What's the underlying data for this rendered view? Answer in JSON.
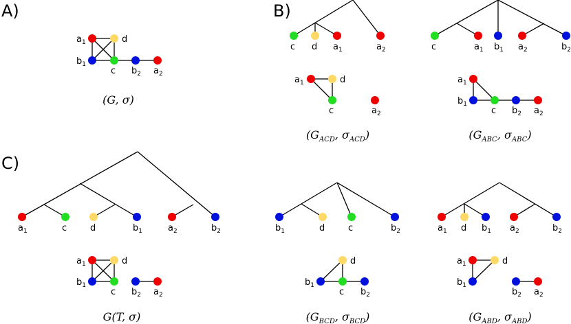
{
  "colors": {
    "red": "#ee0000",
    "yellow": "#ffd966",
    "green": "#22dd22",
    "blue": "#0011dd",
    "line": "#000000"
  },
  "panels": [
    {
      "id": "A",
      "label": "A)"
    },
    {
      "id": "B",
      "label": "B)"
    },
    {
      "id": "C",
      "label": "C)"
    }
  ],
  "node_labels": {
    "a1": {
      "main": "a",
      "sub": "1"
    },
    "a2": {
      "main": "a",
      "sub": "2"
    },
    "b1": {
      "main": "b",
      "sub": "1"
    },
    "b2": {
      "main": "b",
      "sub": "2"
    },
    "c": {
      "main": "c",
      "sub": ""
    },
    "d": {
      "main": "d",
      "sub": ""
    }
  },
  "captions": {
    "A": {
      "pre": "(G, σ)",
      "sub1": "",
      "mid": "",
      "sub2": "",
      "post": ""
    },
    "B1": {
      "pre": "(G",
      "sub1": "ACD",
      "mid": ", σ",
      "sub2": "ACD",
      "post": ")"
    },
    "B2": {
      "pre": "(G",
      "sub1": "ABC",
      "mid": ", σ",
      "sub2": "ABC",
      "post": ")"
    },
    "C1": {
      "pre": "G(T, σ)",
      "sub1": "",
      "mid": "",
      "sub2": "",
      "post": ""
    },
    "C2": {
      "pre": "(G",
      "sub1": "BCD",
      "mid": ", σ",
      "sub2": "BCD",
      "post": ")"
    },
    "C3": {
      "pre": "(G",
      "sub1": "ABD",
      "mid": ", σ",
      "sub2": "ABD",
      "post": ")"
    }
  },
  "trees": [
    {
      "id": "tree-acd",
      "leaves": [
        "c",
        "d",
        "a1",
        "a2"
      ],
      "structure": "((c,d,a1),a2)"
    },
    {
      "id": "tree-abc",
      "leaves": [
        "c",
        "a1",
        "b1",
        "a2",
        "b2"
      ],
      "structure": "((c,a1),b1,(a2,b2))"
    },
    {
      "id": "tree-full",
      "leaves": [
        "a1",
        "c",
        "d",
        "b1",
        "a2",
        "b2"
      ],
      "structure": "((a1,c),(d,b1)),((a2,b2))"
    },
    {
      "id": "tree-bcd",
      "leaves": [
        "b1",
        "d",
        "c",
        "b2"
      ],
      "structure": "((b1,d),c,b2)"
    },
    {
      "id": "tree-abd",
      "leaves": [
        "a1",
        "d",
        "b1",
        "a2",
        "b2"
      ],
      "structure": "((a1,d,b1),(a2,b2))"
    }
  ],
  "graphs": [
    {
      "id": "graph-a",
      "edges": [
        [
          "a1",
          "d"
        ],
        [
          "a1",
          "b1"
        ],
        [
          "a1",
          "c"
        ],
        [
          "d",
          "b1"
        ],
        [
          "d",
          "c"
        ],
        [
          "b1",
          "c"
        ],
        [
          "c",
          "b2"
        ],
        [
          "b2",
          "a2"
        ]
      ]
    },
    {
      "id": "graph-acd",
      "edges": [
        [
          "a1",
          "d"
        ],
        [
          "a1",
          "c"
        ],
        [
          "d",
          "c"
        ]
      ]
    },
    {
      "id": "graph-abc",
      "edges": [
        [
          "a1",
          "b1"
        ],
        [
          "a1",
          "c"
        ],
        [
          "b1",
          "c"
        ],
        [
          "c",
          "b2"
        ],
        [
          "b2",
          "a2"
        ]
      ]
    },
    {
      "id": "graph-c",
      "edges": [
        [
          "a1",
          "d"
        ],
        [
          "a1",
          "b1"
        ],
        [
          "a1",
          "c"
        ],
        [
          "d",
          "b1"
        ],
        [
          "d",
          "c"
        ],
        [
          "b1",
          "c"
        ],
        [
          "b2",
          "a2"
        ]
      ]
    },
    {
      "id": "graph-bcd",
      "edges": [
        [
          "d",
          "b1"
        ],
        [
          "d",
          "c"
        ],
        [
          "b1",
          "c"
        ],
        [
          "c",
          "b2"
        ]
      ]
    },
    {
      "id": "graph-abd",
      "edges": [
        [
          "a1",
          "d"
        ],
        [
          "a1",
          "b1"
        ],
        [
          "d",
          "b1"
        ],
        [
          "b2",
          "a2"
        ]
      ]
    }
  ]
}
